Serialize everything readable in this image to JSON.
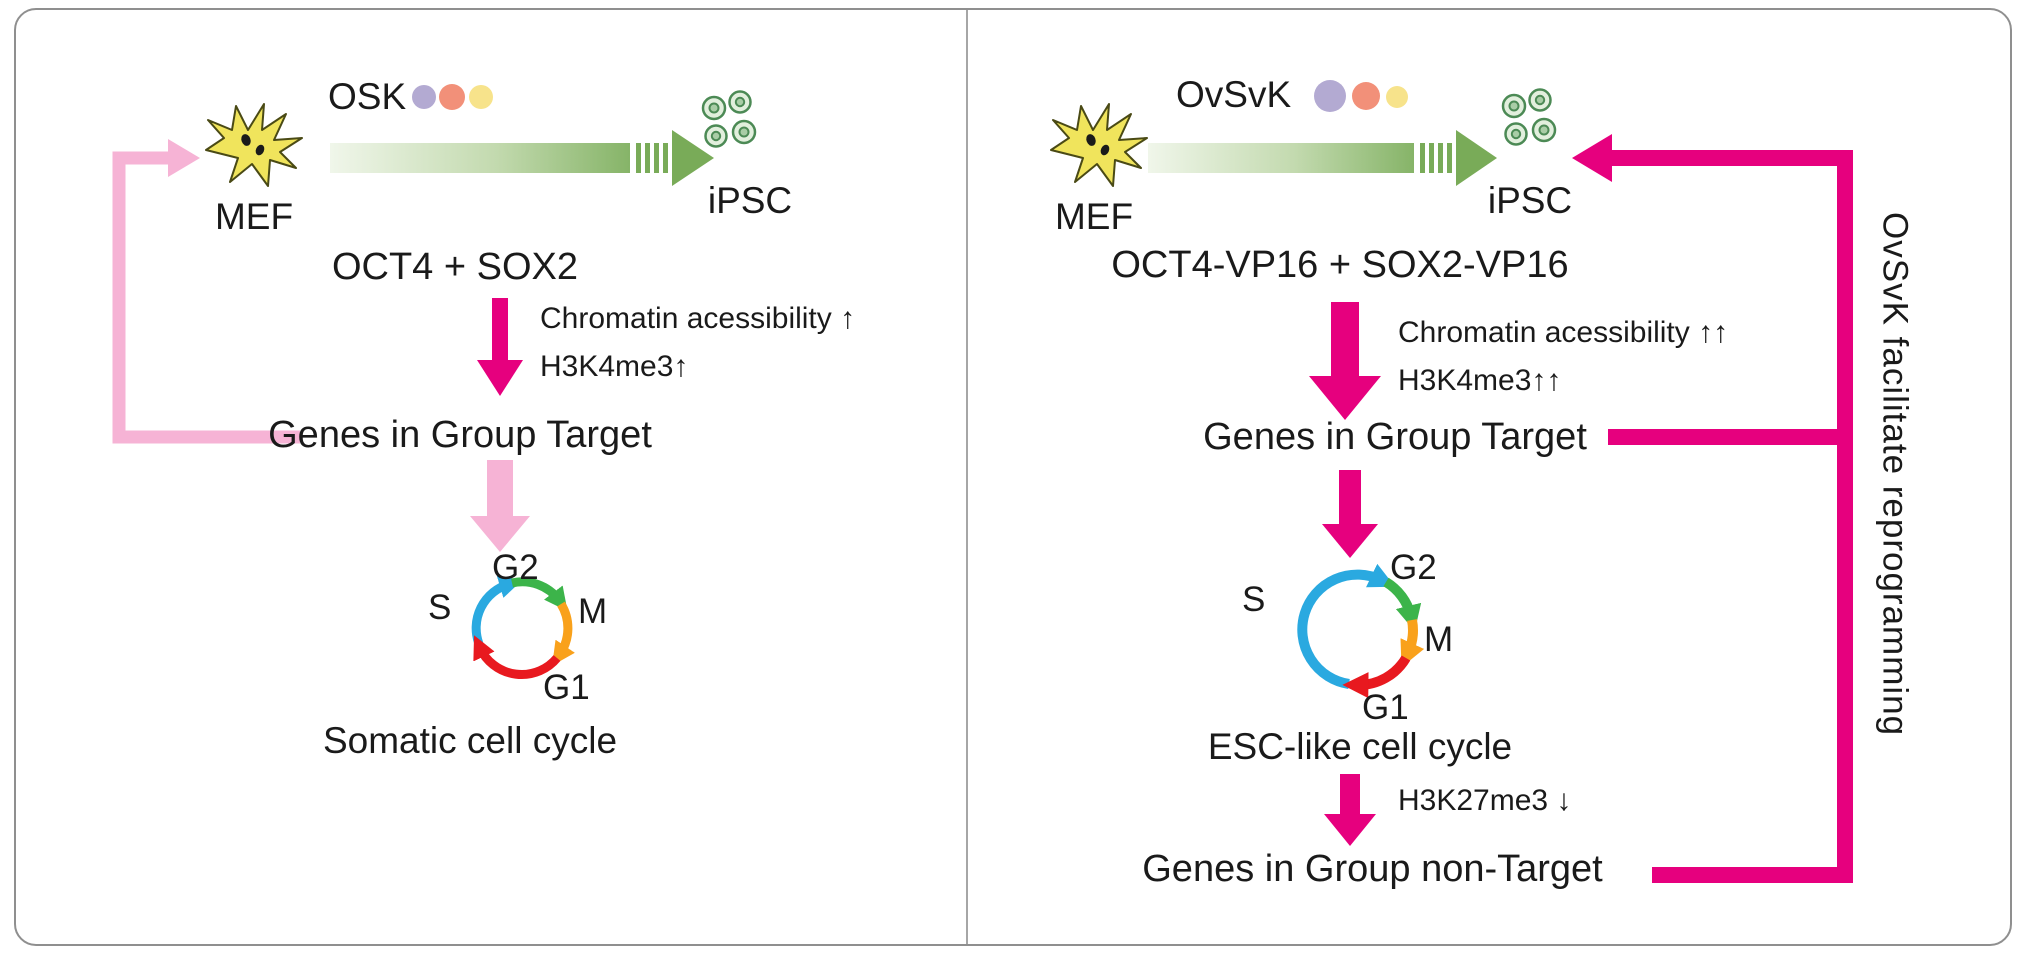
{
  "figure": {
    "left": {
      "mef": "MEF",
      "factors": "OSK",
      "ipsc": "iPSC",
      "equation": "OCT4 + SOX2",
      "chromatin": "Chromatin acessibility ↑",
      "h3k4": "H3K4me3↑",
      "target": "Genes in Group Target",
      "cycle": {
        "g2": "G2",
        "m": "M",
        "g1": "G1",
        "s": "S",
        "caption": "Somatic cell cycle"
      }
    },
    "right": {
      "mef": "MEF",
      "factors": "OvSvK",
      "ipsc": "iPSC",
      "equation": "OCT4-VP16 + SOX2-VP16",
      "chromatin": "Chromatin acessibility ↑↑",
      "h3k4": "H3K4me3↑↑",
      "target": "Genes in Group Target",
      "h3k27": "H3K27me3 ↓",
      "nontarget": "Genes in Group non-Target",
      "side_note": "OvSvK facilitate reprogramming",
      "cycle": {
        "g2": "G2",
        "m": "M",
        "g1": "G1",
        "s": "S",
        "caption": "ESC-like cell cycle"
      }
    },
    "icons": {
      "mef": "fibroblast-cell-icon",
      "ipsc": "stem-cell-colony-icon",
      "cycle": "cell-cycle-ring-icon",
      "reprogramming": "gradient-right-arrow-icon"
    },
    "colors": {
      "magenta": "#e6007e",
      "light_pink": "#f6b3d5",
      "arrow_green": "#79ab58",
      "mef_yellow": "#f0e45c",
      "ipsc_green": "#4c8a55",
      "cycle": {
        "s_blue": "#2aa9e0",
        "g2_green": "#3cb44a",
        "m_orange": "#f9a11b",
        "g1_red": "#e8191f"
      },
      "dots": {
        "lavender": "#b3aad2",
        "salmon": "#f29079",
        "yellow": "#f7e38b"
      }
    }
  }
}
